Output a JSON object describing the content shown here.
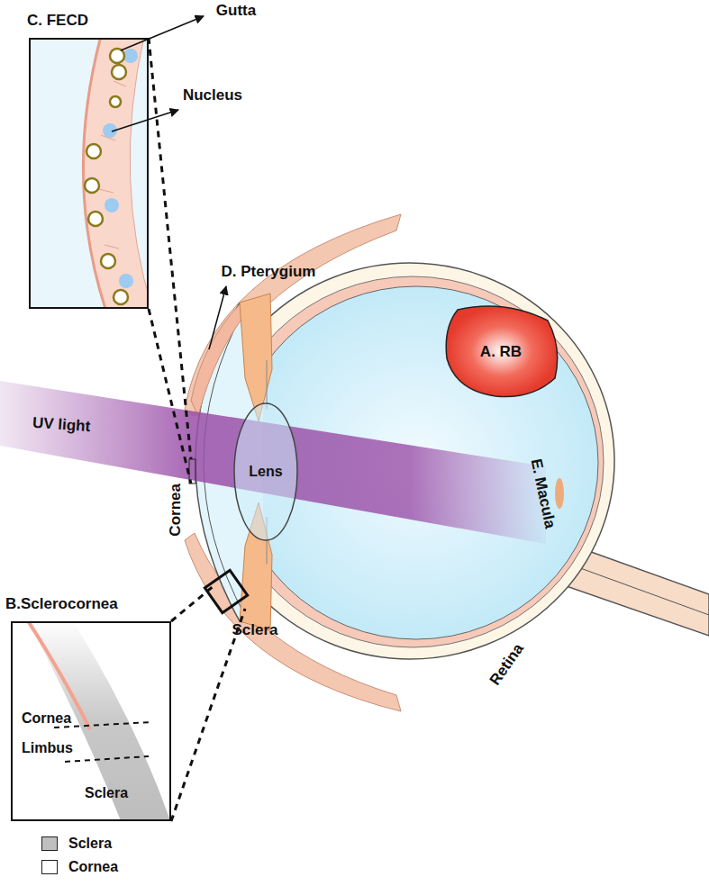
{
  "diagram": {
    "nodes": [
      {
        "text": [
          "C. FECD"
        ]
      },
      {
        "text": [
          "B.Sclerocornea",
          "Cornea",
          "Limbus",
          "Sclera"
        ]
      },
      {
        "text": [
          "A. RB"
        ]
      },
      {
        "text": [
          "Lens"
        ]
      }
    ],
    "labels": [
      "Gutta",
      "Nucleus",
      "D. Pterygium",
      "UV light",
      "Cornea",
      "Sclera",
      "E. Macula",
      "Retina"
    ],
    "legend": [
      {
        "text": "Sclera",
        "color": "#bfbfbf"
      },
      {
        "text": "Cornea",
        "color": "#ffffff"
      }
    ]
  }
}
